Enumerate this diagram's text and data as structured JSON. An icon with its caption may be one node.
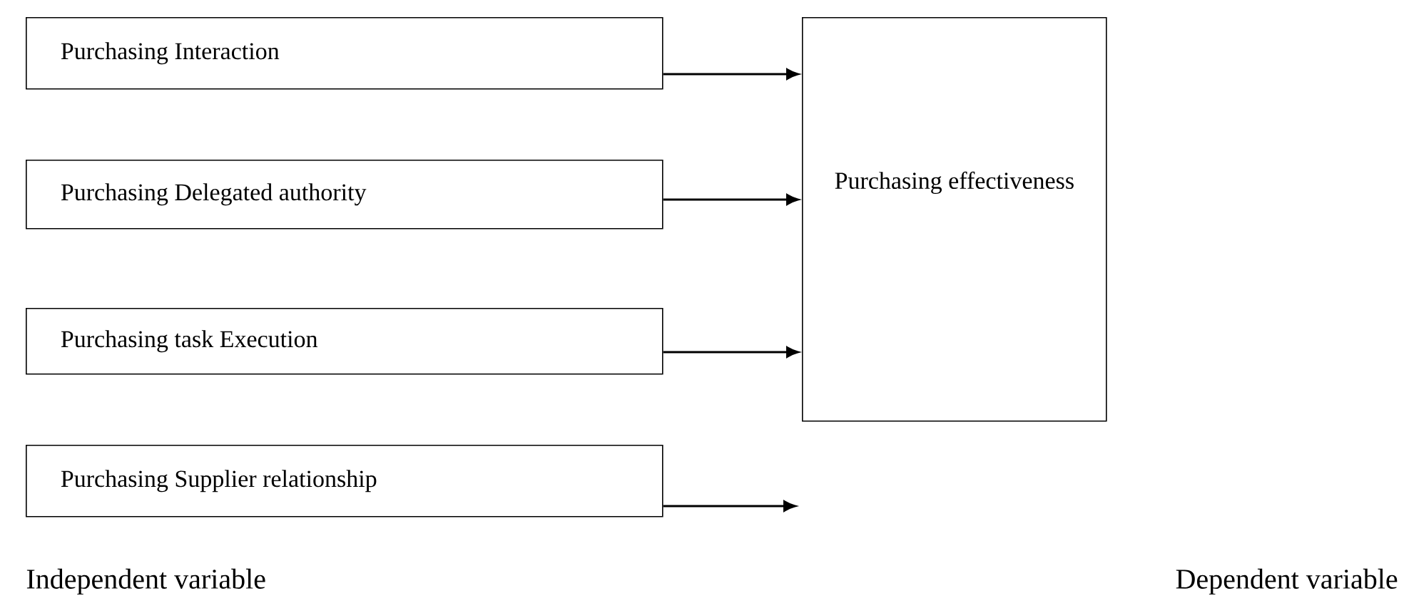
{
  "diagram": {
    "nodes": [
      {
        "text": [
          "Purchasing Interaction"
        ]
      },
      {
        "text": [
          "Purchasing Delegated authority"
        ]
      },
      {
        "text": [
          "Purchasing task Execution"
        ]
      },
      {
        "text": [
          "Purchasing Supplier relationship"
        ]
      },
      {
        "text": [
          "Purchasing effectiveness"
        ]
      }
    ],
    "edges": [
      {
        "from": 0,
        "to": 4,
        "arrow": "to"
      },
      {
        "from": 1,
        "to": 4,
        "arrow": "to"
      },
      {
        "from": 2,
        "to": 4,
        "arrow": "to"
      },
      {
        "from": 3,
        "to": null,
        "arrow": "to"
      }
    ],
    "labels": [
      "Independent variable",
      "Dependent variable"
    ]
  }
}
